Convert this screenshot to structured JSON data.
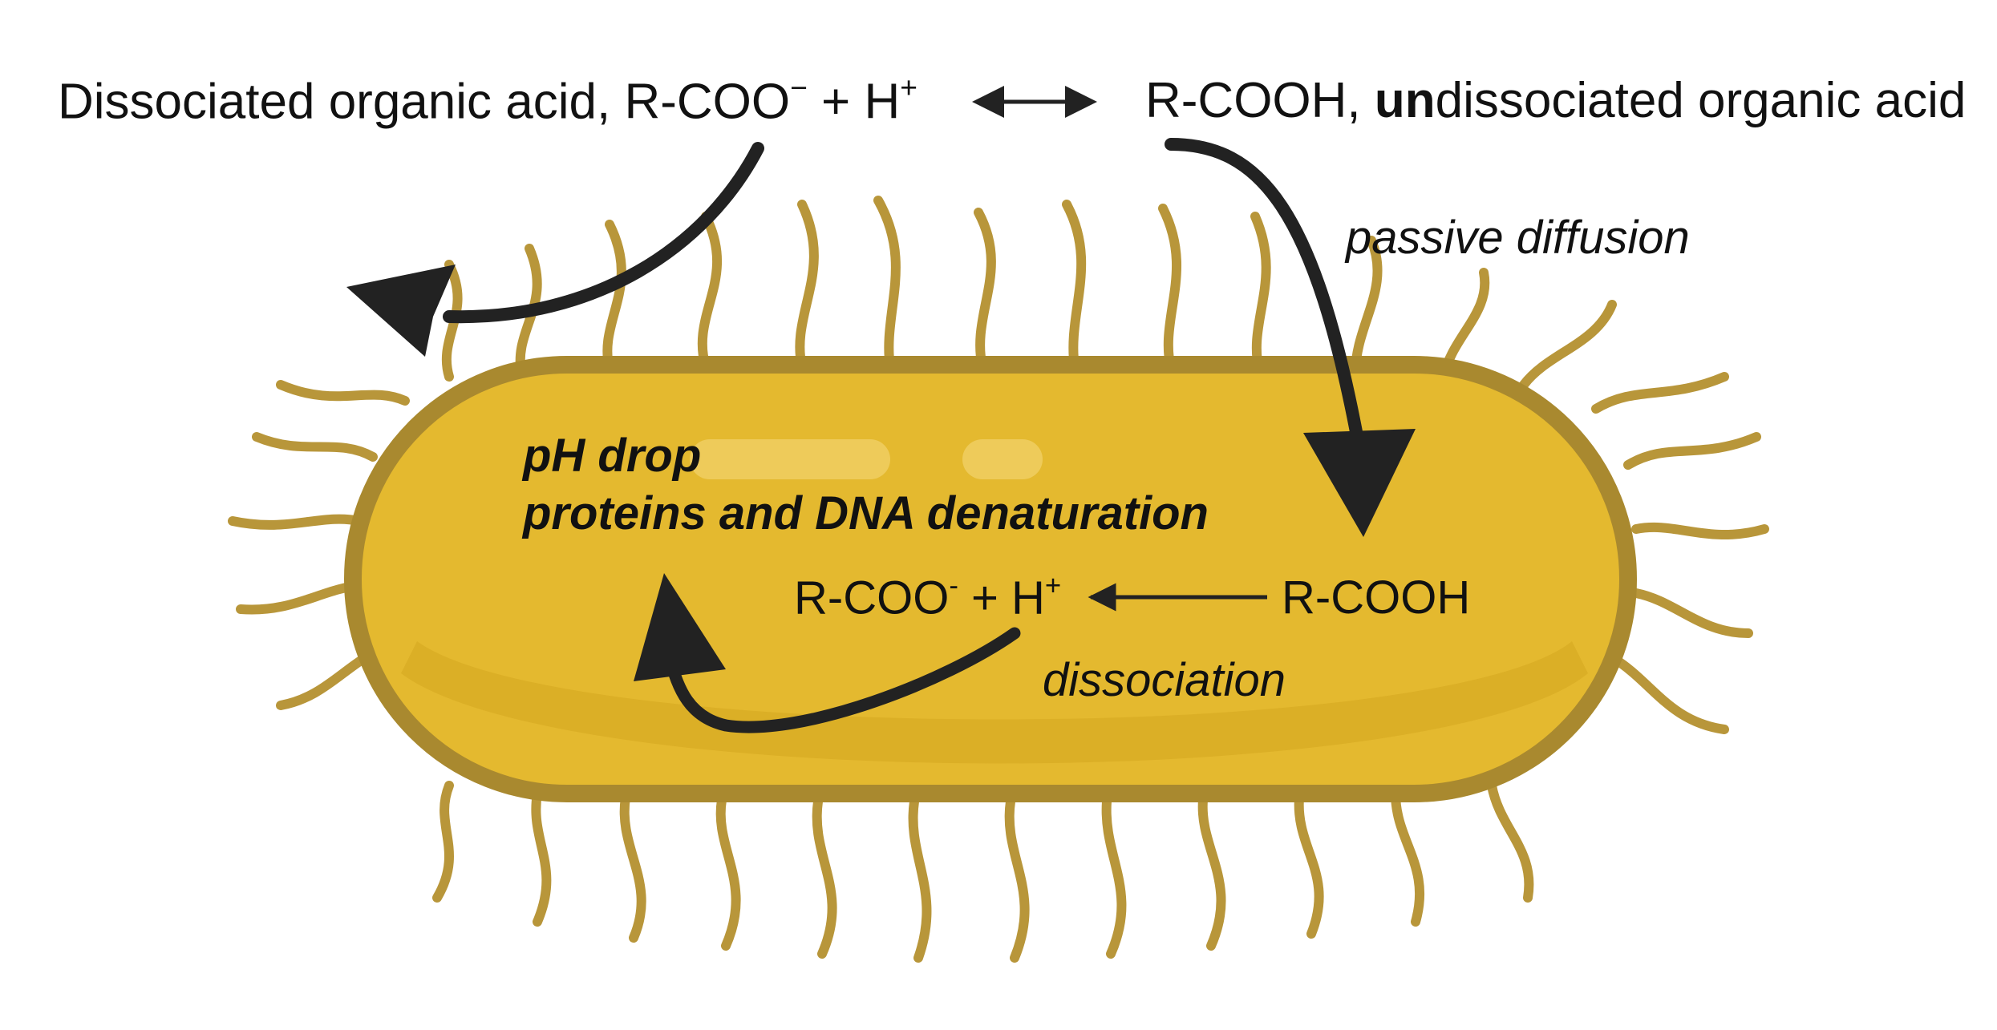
{
  "equilibrium": {
    "left_prefix": "Dissociated organic acid, R-COO",
    "left_minus": "−",
    "left_plus_h": " + H",
    "left_plus_sign": "+",
    "right_prefix": "R-COOH, ",
    "right_bold": "un",
    "right_suffix": "dissociated organic acid"
  },
  "labels": {
    "passive_diffusion": "passive diffusion",
    "effect_line1": "pH drop",
    "effect_line2": "proteins and DNA denaturation",
    "inner_left_prefix": "R-COO",
    "inner_left_minus": "-",
    "inner_left_plus_h": " + H",
    "inner_left_plus_sign": "+",
    "inner_right": "R-COOH",
    "dissociation": "dissociation"
  },
  "colors": {
    "cell_fill": "#E4B92F",
    "cell_outline": "#A9892F",
    "flagella": "#B8963A",
    "arrow": "#222222"
  }
}
